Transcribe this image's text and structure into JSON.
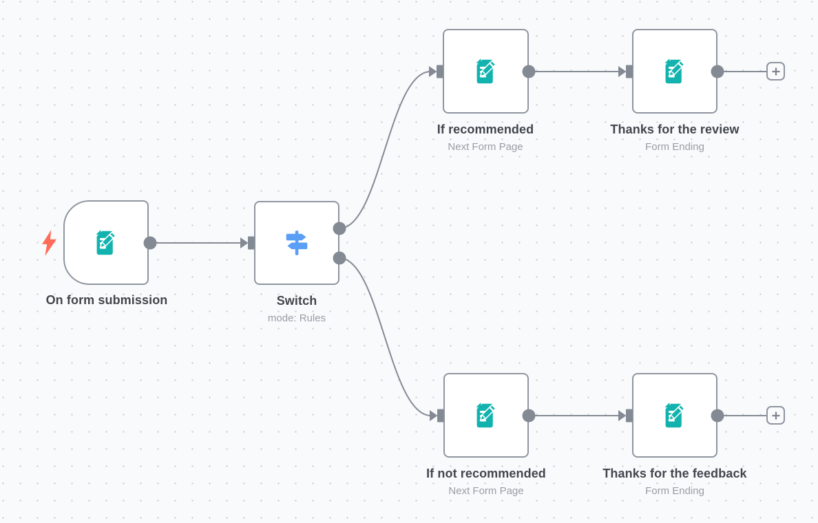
{
  "workflow": {
    "nodes": [
      {
        "name": "On form submission",
        "subtitle": "",
        "type": "n8n Form Trigger"
      },
      {
        "name": "Switch",
        "subtitle": "mode: Rules",
        "type": "Switch"
      },
      {
        "name": "If recommended",
        "subtitle": "Next Form Page",
        "type": "n8n Form"
      },
      {
        "name": "Thanks for the review",
        "subtitle": "Form Ending",
        "type": "n8n Form"
      },
      {
        "name": "If not recommended",
        "subtitle": "Next Form Page",
        "type": "n8n Form"
      },
      {
        "name": "Thanks for the feedback",
        "subtitle": "Form Ending",
        "type": "n8n Form"
      }
    ],
    "connections": [
      {
        "from": "On form submission",
        "to": "Switch"
      },
      {
        "from": "Switch",
        "output": 0,
        "to": "If recommended"
      },
      {
        "from": "Switch",
        "output": 1,
        "to": "If not recommended"
      },
      {
        "from": "If recommended",
        "to": "Thanks for the review"
      },
      {
        "from": "If not recommended",
        "to": "Thanks for the feedback"
      },
      {
        "from": "Thanks for the review",
        "to": "add-node-button"
      },
      {
        "from": "Thanks for the feedback",
        "to": "add-node-button"
      }
    ]
  },
  "icons": {
    "form": "form-document-with-pencil",
    "switch": "signpost",
    "trigger": "lightning-bolt",
    "add": "plus"
  },
  "colors": {
    "canvas_background": "#f9fafc",
    "grid_dot": "#c7cbd3",
    "node_border": "#8f959e",
    "edge": "#848a93",
    "label": "#41464d",
    "subtitle": "#989ca4",
    "form_icon": "#12b3ae",
    "switch_icon": "#5a9ef5",
    "bolt_icon": "#ff6d5a"
  }
}
